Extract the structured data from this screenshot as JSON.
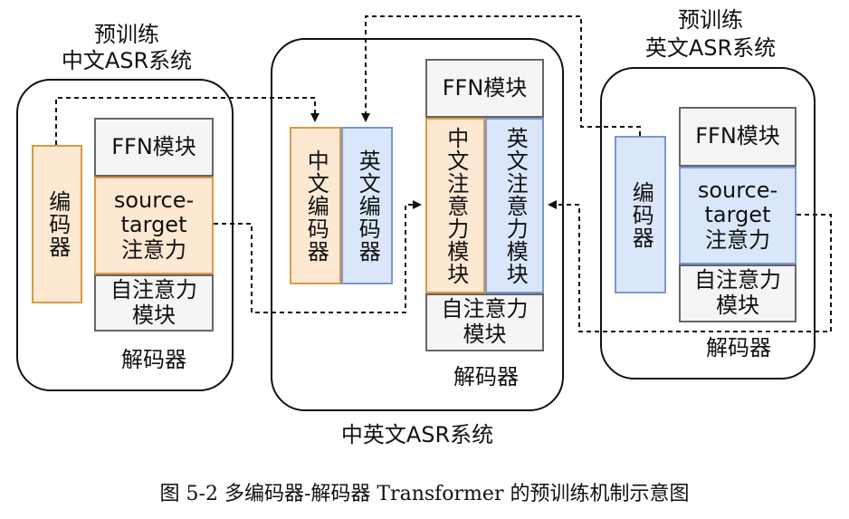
{
  "left_system": {
    "title_line1": "预训练",
    "title_line2": "中文ASR系统",
    "encoder": "编码器",
    "ffn": "FFN模块",
    "cross_attention": "source-\ntarget\n注意力",
    "self_attention": "自注意力\n模块",
    "decoder_label": "解码器"
  },
  "middle_system": {
    "title": "中英文ASR系统",
    "zh_encoder": "中文编码器",
    "en_encoder": "英文编码器",
    "ffn": "FFN模块",
    "zh_attention": "中文注意力模块",
    "en_attention": "英文注意力模块",
    "self_attention": "自注意力\n模块",
    "decoder_label": "解码器"
  },
  "right_system": {
    "title_line1": "预训练",
    "title_line2": "英文ASR系统",
    "encoder": "编码器",
    "ffn": "FFN模块",
    "cross_attention": "source-\ntarget\n注意力",
    "self_attention": "自注意力\n模块",
    "decoder_label": "解码器"
  },
  "caption": "图 5-2 多编码器-解码器 Transformer 的预训练机制示意图",
  "colors": {
    "orange_fill": "#fde8d2",
    "orange_border": "#d99a45",
    "blue_fill": "#dae7fb",
    "blue_border": "#7a98d2",
    "gray_fill": "#f5f5f5",
    "gray_border": "#666666"
  }
}
